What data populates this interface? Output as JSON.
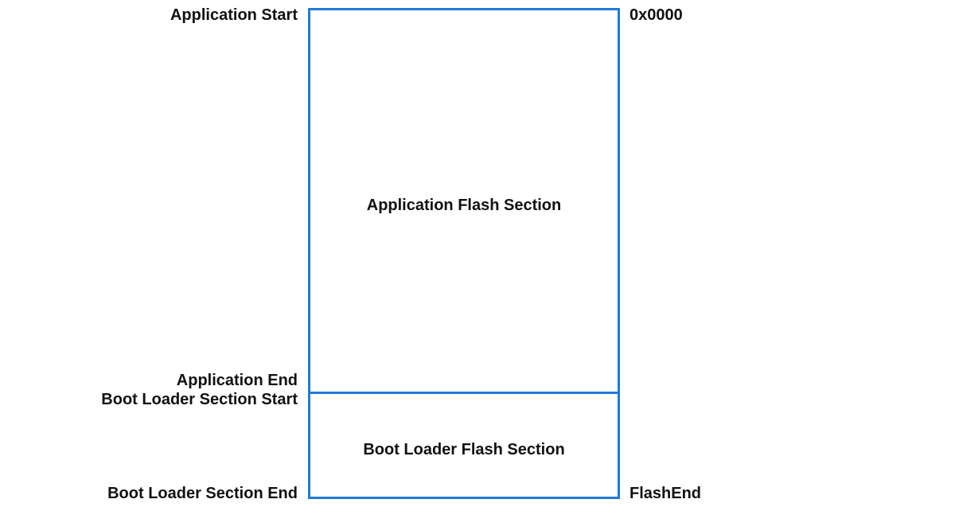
{
  "memory_map": {
    "sections": {
      "application": "Application Flash Section",
      "boot_loader": "Boot Loader Flash Section"
    },
    "left_labels": {
      "application_start": "Application Start",
      "application_end": "Application End",
      "boot_loader_start": "Boot Loader Section Start",
      "boot_loader_end": "Boot Loader Section End"
    },
    "addresses": {
      "start": "0x0000",
      "end": "FlashEnd"
    },
    "colors": {
      "border": "#1e7bd8",
      "text": "#111111"
    }
  }
}
